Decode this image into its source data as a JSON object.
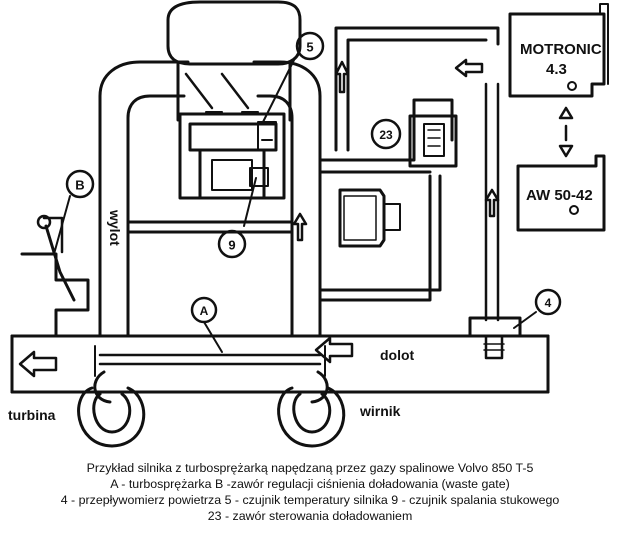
{
  "labels": {
    "motronic_line1": "MOTRONIC",
    "motronic_line2": "4.3",
    "aw": "AW 50-42",
    "wylot": "wylot",
    "dolot": "dolot",
    "turbina": "turbina",
    "wirnik": "wirnik"
  },
  "markers": {
    "m5": "5",
    "m9": "9",
    "m23": "23",
    "mB": "B",
    "mA": "A",
    "m4": "4"
  },
  "caption": {
    "line1": "Przykład silnika z turbosprężarką napędzaną przez gazy spalinowe Volvo 850 T-5",
    "line2": "A - turbosprężarka   B -zawór regulacji ciśnienia doładowania (waste gate)",
    "line3": "4 - przepływomierz powietrza  5 - czujnik temperatury silnika  9 - czujnik spalania stukowego",
    "line4": "23 - zawór sterowania doładowaniem"
  }
}
